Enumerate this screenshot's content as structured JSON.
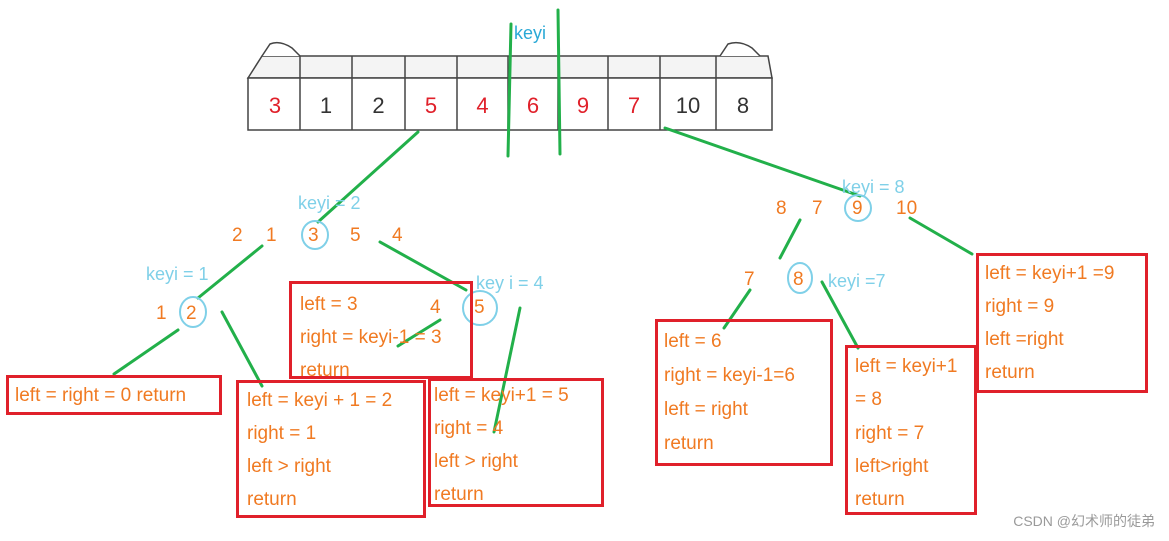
{
  "array": {
    "top_label": "keyi",
    "cells": [
      {
        "text": "3",
        "color": "#e0202a"
      },
      {
        "text": "1",
        "color": "#333333"
      },
      {
        "text": "2",
        "color": "#333333"
      },
      {
        "text": "5",
        "color": "#e0202a"
      },
      {
        "text": "4",
        "color": "#e0202a"
      },
      {
        "text": "6",
        "color": "#e0202a"
      },
      {
        "text": "9",
        "color": "#e0202a"
      },
      {
        "text": "7",
        "color": "#e0202a"
      },
      {
        "text": "10",
        "color": "#333333"
      },
      {
        "text": "8",
        "color": "#333333"
      }
    ]
  },
  "left_subtree": {
    "keyi_label": "keyi = 2",
    "seq": [
      "2",
      "1",
      "3",
      "5",
      "4"
    ],
    "left_child": {
      "keyi_label": "keyi = 1",
      "seq": [
        "1",
        "2"
      ]
    },
    "right_child": {
      "keyi_label": "key i = 4",
      "seq": [
        "4",
        "5"
      ]
    }
  },
  "right_subtree": {
    "keyi_label": "keyi = 8",
    "seq": [
      "8",
      "7",
      "9",
      "10"
    ],
    "left_child": {
      "keyi_label": "keyi =7",
      "seq": [
        "7",
        "8"
      ]
    }
  },
  "boxes": {
    "b1": {
      "lines": [
        "left = right = 0 return"
      ]
    },
    "b2": {
      "lines": [
        "left = keyi + 1 = 2",
        "right = 1",
        "left > right",
        "return"
      ]
    },
    "b3": {
      "lines": [
        "left = 3",
        "right = keyi-1 = 3",
        "return"
      ]
    },
    "b4": {
      "lines": [
        "left = keyi+1 = 5",
        "right = 4",
        "left > right",
        "return"
      ]
    },
    "b5": {
      "lines": [
        "left = 6",
        "right = keyi-1=6",
        "left = right",
        "return"
      ]
    },
    "b6": {
      "lines": [
        "left = keyi+1",
        "= 8",
        "right = 7",
        "left>right",
        "return"
      ]
    },
    "b7": {
      "lines": [
        "left = keyi+1 =9",
        "right = 9",
        "left =right",
        "return"
      ]
    }
  },
  "colors": {
    "edge": "#22b04a",
    "box": "#e0202a",
    "text": "#f07a22",
    "keyi": "#7fd0e8"
  },
  "watermark": "CSDN @幻术师的徒弟"
}
